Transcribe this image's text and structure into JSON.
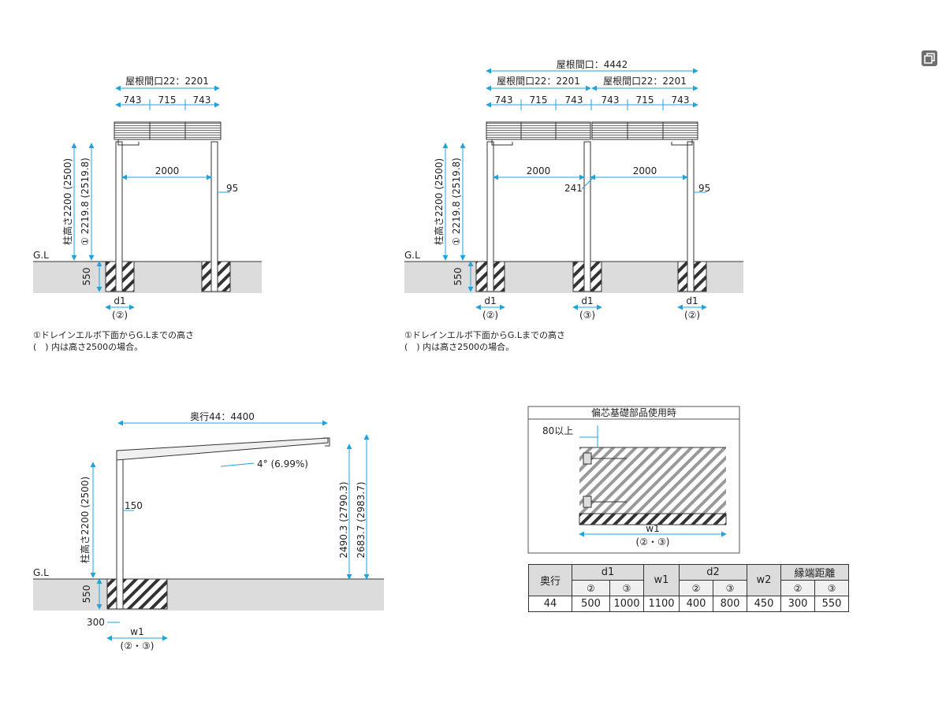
{
  "dims": {
    "roof_width_22": "屋根間口22：2201",
    "roof_width_total": "屋根間口：4442",
    "seg_743": "743",
    "seg_715": "715",
    "span_2000": "2000",
    "dim_95": "95",
    "dim_241": "241",
    "post_height_label": "柱高さ2200 (2500)",
    "height_drain": "① 2219.8 (2519.8)",
    "gl": "G.L",
    "depth_550": "550",
    "d1": "d1",
    "circ2": "(②)",
    "circ3": "(③)",
    "depth_44": "奥行44：4400",
    "slope": "4° (6.99%)",
    "dim_150": "150",
    "dim_300": "300",
    "h_2490": "2490.3 (2790.3)",
    "h_2683": "2683.7 (2983.7)",
    "w1": "w1",
    "circ23": "(②・③)"
  },
  "notes": {
    "line1": "①ドレインエルボ下面からG.Lまでの高さ",
    "line2": "(　) 内は高さ2500の場合。"
  },
  "inset": {
    "title": "偏芯基礎部品使用時",
    "above_80": "80以上",
    "w1": "w1",
    "sub": "(②・③)"
  },
  "table": {
    "h_depth": "奥行",
    "h_d1": "d1",
    "h_w1": "w1",
    "h_d2": "d2",
    "h_w2": "w2",
    "h_edge": "縁端距離",
    "s2": "②",
    "s3": "③",
    "row": {
      "depth": "44",
      "d1_2": "500",
      "d1_3": "1000",
      "w1": "1100",
      "d2_2": "400",
      "d2_3": "800",
      "w2": "450",
      "edge_2": "300",
      "edge_3": "550"
    }
  }
}
